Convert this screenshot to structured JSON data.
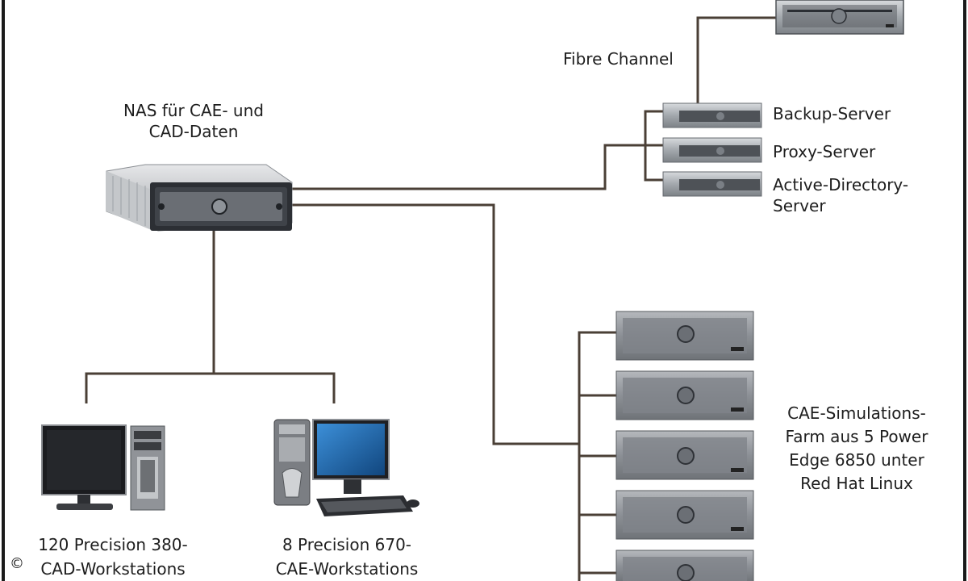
{
  "labels": {
    "fibre_channel": "Fibre Channel",
    "nas": [
      "NAS für CAE- und",
      "CAD-Daten"
    ],
    "backup_server": "Backup-Server",
    "proxy_server": "Proxy-Server",
    "active_directory": [
      "Active-Directory-",
      "Server"
    ],
    "cae_farm": [
      "CAE-Simulations-",
      "Farm aus 5 Power",
      "Edge 6850 unter",
      "Red Hat Linux"
    ],
    "cad_workstations": [
      "120 Precision 380-",
      "CAD-Workstations"
    ],
    "cae_workstations": [
      "8 Precision 670-",
      "CAE-Workstations"
    ]
  },
  "copyright_symbol": "©",
  "colors": {
    "connector_line": "#4a3f36",
    "frame": "#1a1a1a",
    "server_body": "#a9adb2",
    "server_dark": "#3a3d42"
  }
}
